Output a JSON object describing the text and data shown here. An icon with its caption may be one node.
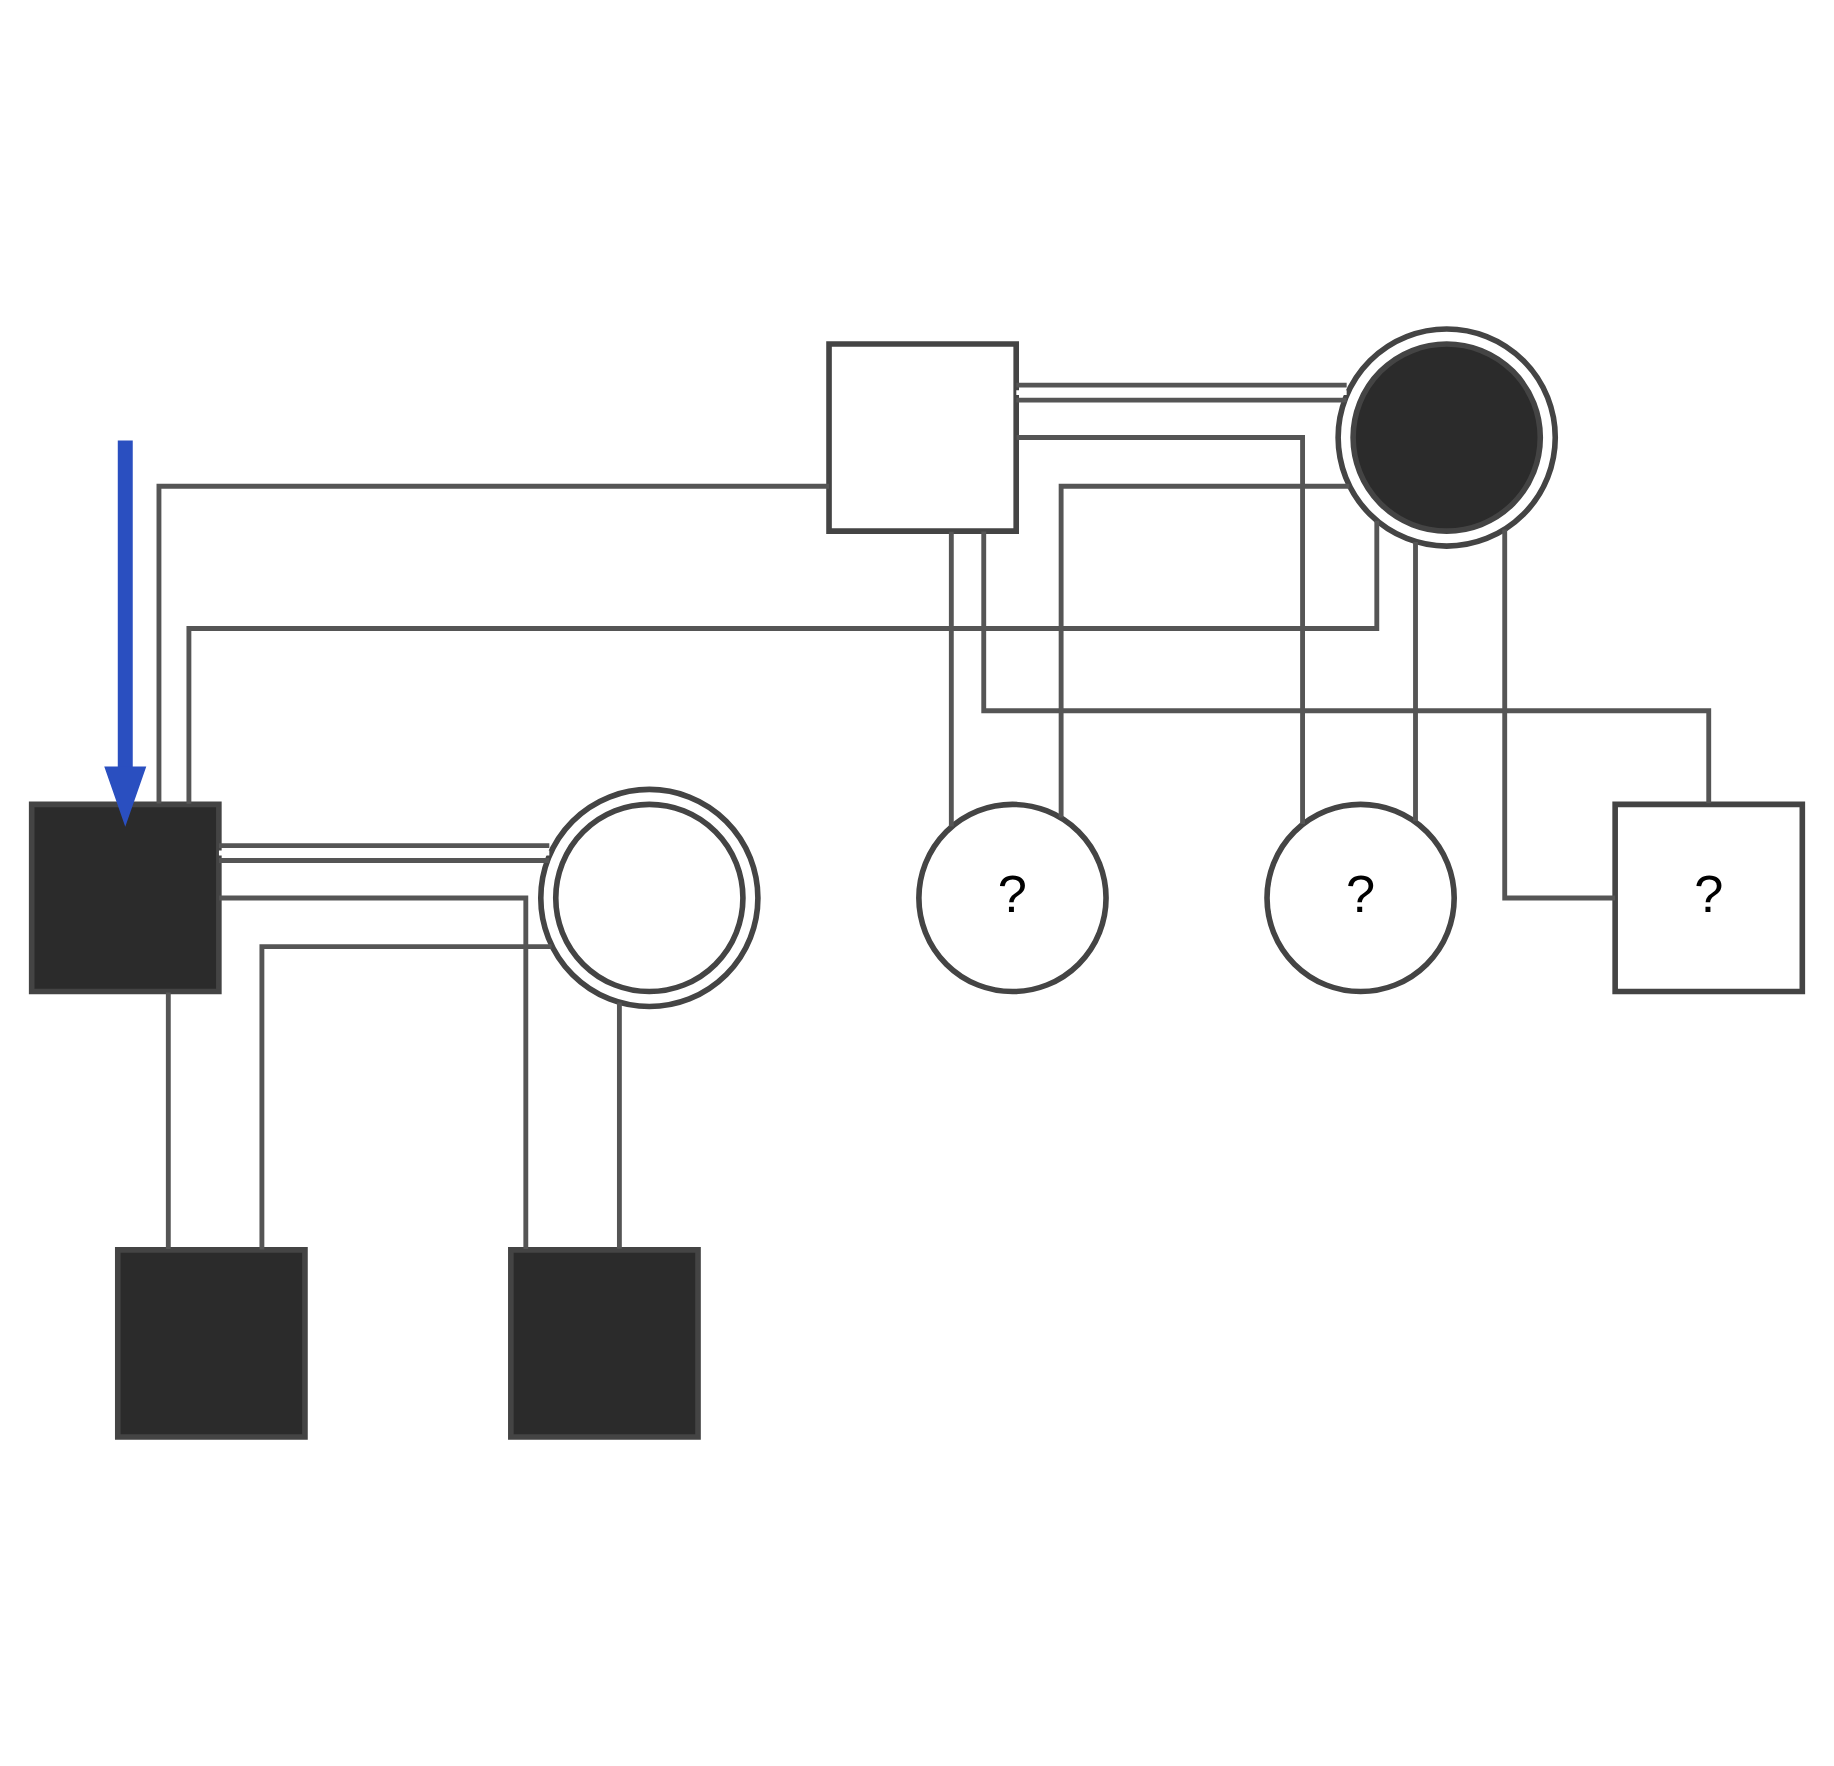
{
  "diagram": {
    "nodes": [
      {
        "text": [],
        "shape": "box"
      },
      {
        "text": [],
        "shape": "circle"
      },
      {
        "text": [],
        "shape": "box"
      },
      {
        "text": [],
        "shape": "circle"
      },
      {
        "text": [
          "?"
        ]
      },
      {
        "text": [
          "?"
        ]
      },
      {
        "text": [
          "?"
        ]
      },
      {
        "text": [],
        "shape": "box"
      },
      {
        "text": [],
        "shape": "box"
      }
    ],
    "edges": [
      {
        "from": 0,
        "to": 1,
        "arrow": "none"
      },
      {
        "from": 0,
        "to": 2,
        "arrow": "none"
      },
      {
        "from": 1,
        "to": 2,
        "arrow": "none"
      },
      {
        "from": 0,
        "to": 4,
        "arrow": "none"
      },
      {
        "from": 1,
        "to": 4,
        "arrow": "none"
      },
      {
        "from": 0,
        "to": 5,
        "arrow": "none"
      },
      {
        "from": 1,
        "to": 5,
        "arrow": "none"
      },
      {
        "from": 0,
        "to": 6,
        "arrow": "none"
      },
      {
        "from": 1,
        "to": 6,
        "arrow": "none"
      },
      {
        "from": 2,
        "to": 3,
        "arrow": "none"
      },
      {
        "from": 2,
        "to": 7,
        "arrow": "none"
      },
      {
        "from": 3,
        "to": 7,
        "arrow": "none"
      },
      {
        "from": 2,
        "to": 8,
        "arrow": "none"
      },
      {
        "from": 3,
        "to": 8,
        "arrow": "none"
      },
      {
        "from": null,
        "to": 2,
        "arrow": "to",
        "style": "thick",
        "color": "#2a4fc0"
      }
    ]
  }
}
